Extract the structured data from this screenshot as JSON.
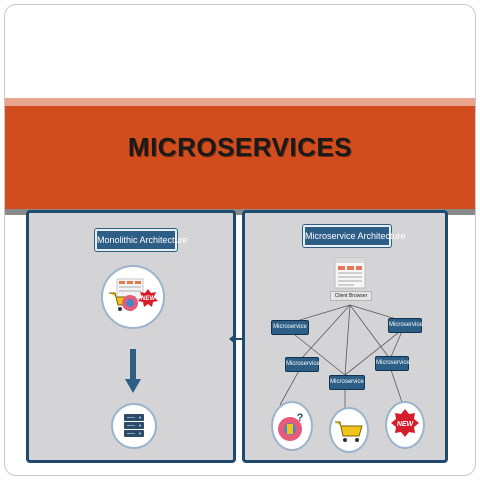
{
  "slide": {
    "title": "MICROSERVICES"
  },
  "monolithic": {
    "header": "Monolithic Architecture",
    "badge_text": "NEW"
  },
  "microservice": {
    "header": "Microservice Architecture",
    "client_label": "Client Browser",
    "nodes": [
      "Microservice",
      "Microservice",
      "Microservice",
      "Microservice",
      "Microservice"
    ],
    "badge_text": "NEW"
  },
  "colors": {
    "accent_orange": "#d24d1d",
    "panel_border": "#1f4a6e",
    "node_blue": "#2c5e86",
    "badge_red": "#d51e2a"
  }
}
